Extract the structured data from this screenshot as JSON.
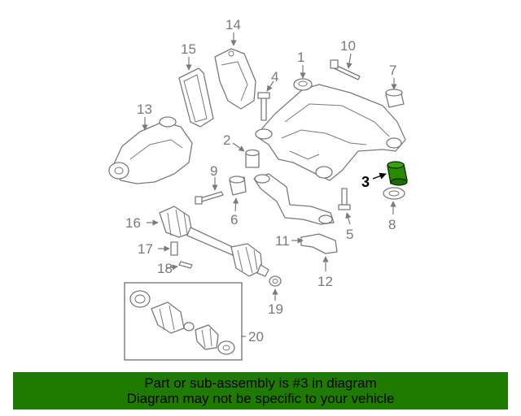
{
  "diagram": {
    "callouts": [
      "1",
      "2",
      "3",
      "4",
      "5",
      "6",
      "7",
      "8",
      "9",
      "10",
      "11",
      "12",
      "13",
      "14",
      "15",
      "16",
      "17",
      "18",
      "19",
      "20"
    ],
    "highlighted_callout": "3",
    "colors": {
      "line": "#7a7a7a",
      "highlight_part": "#2a8a00",
      "banner_bg": "#1f7a00",
      "banner_text": "#000000"
    }
  },
  "banner": {
    "line1": "Part or sub-assembly is #3 in diagram",
    "line2": "Diagram may not be specific to your vehicle"
  }
}
